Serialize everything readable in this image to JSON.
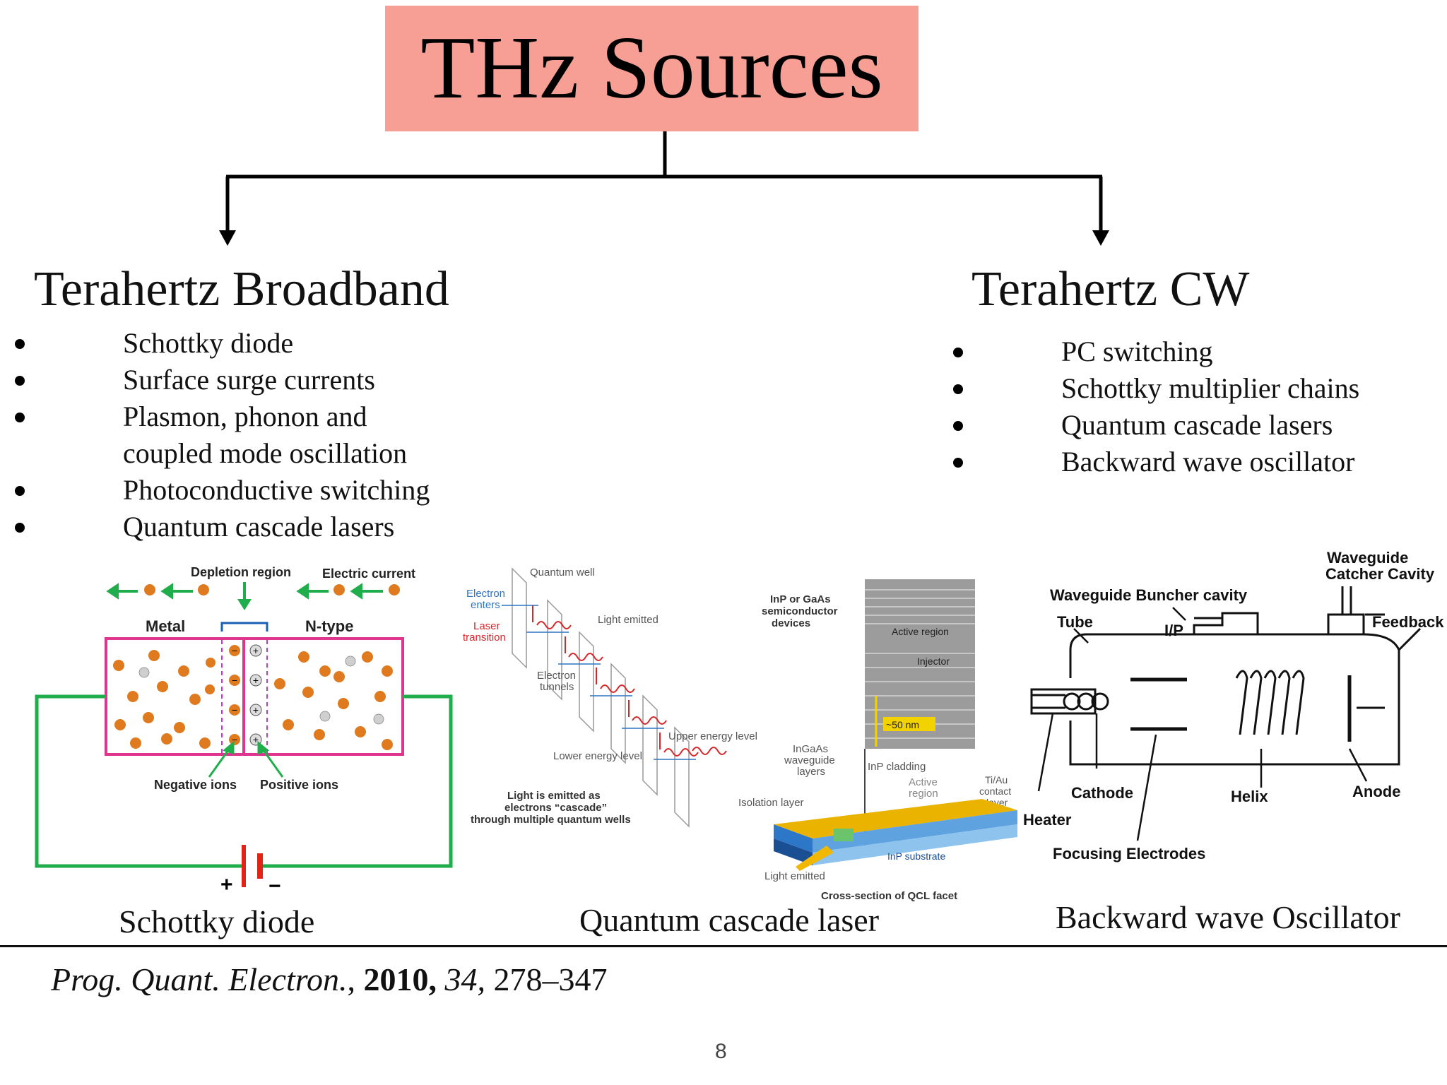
{
  "title": "THz Sources",
  "left_branch": {
    "title": "Terahertz Broadband",
    "items": [
      "Schottky diode",
      "Surface surge currents",
      "Plasmon, phonon and",
      "coupled mode oscillation",
      "Photoconductive switching",
      "Quantum cascade lasers"
    ]
  },
  "right_branch": {
    "title": "Terahertz CW",
    "items": [
      "PC switching",
      "Schottky multiplier chains",
      "Quantum cascade lasers",
      "Backward wave oscillator"
    ]
  },
  "schottky_figure": {
    "caption": "Schottky diode",
    "labels": {
      "depletion": "Depletion region",
      "current": "Electric current",
      "metal": "Metal",
      "ntype": "N-type",
      "negative": "Negative ions",
      "positive": "Positive ions",
      "plus": "+",
      "minus": "−"
    }
  },
  "qcl_figure": {
    "caption": "Quantum cascade laser",
    "labels": {
      "quantum_well": "Quantum well",
      "electron_enters_1": "Electron",
      "electron_enters_2": "enters",
      "laser_transition_1": "Laser",
      "laser_transition_2": "transition",
      "light_emitted": "Light emitted",
      "electron_tunnels_1": "Electron",
      "electron_tunnels_2": "tunnels",
      "upper_level": "Upper energy level",
      "lower_level": "Lower energy level",
      "cascade_1": "Light is emitted as",
      "cascade_2": "electrons “cascade”",
      "cascade_3": "through multiple quantum wells",
      "inp_gaas_1": "InP or GaAs",
      "inp_gaas_2": "semiconductor",
      "inp_gaas_3": "devices",
      "active_region": "Active region",
      "injector": "Injector",
      "scale": "~50 nm",
      "ingaas_1": "InGaAs",
      "ingaas_2": "waveguide",
      "ingaas_3": "layers",
      "inp_cladding": "InP cladding",
      "active_1": "Active",
      "active_2": "region",
      "tiau_1": "Ti/Au",
      "tiau_2": "contact",
      "tiau_3": "layer",
      "isolation": "Isolation layer",
      "substrate": "InP substrate",
      "light_emitted_2": "Light emitted",
      "cross_section": "Cross-section of QCL facet"
    }
  },
  "bwo_figure": {
    "caption": "Backward wave Oscillator",
    "labels": {
      "catcher_1": "Waveguide",
      "catcher_2": "Catcher Cavity",
      "buncher": "Waveguide Buncher cavity",
      "tube": "Tube",
      "ip": "I/P",
      "feedback": "Feedback",
      "cathode": "Cathode",
      "helix": "Helix",
      "anode": "Anode",
      "heater": "Heater",
      "focusing": "Focusing Electrodes"
    }
  },
  "reference": {
    "journal": "Prog. Quant. Electron.",
    "comma": ",",
    "year": "2010,",
    "volume": "34,",
    "pages": "278–347"
  },
  "page_number": "8",
  "colors": {
    "title_bg": "#f79f94",
    "diode_border": "#e0358f",
    "circuit_wire": "#1fae4b",
    "ion_arrows": "#1fae4b",
    "charge_dot": "#e07a1f",
    "battery": "#e2231a",
    "depletion_bracket": "#1a5fb4"
  }
}
